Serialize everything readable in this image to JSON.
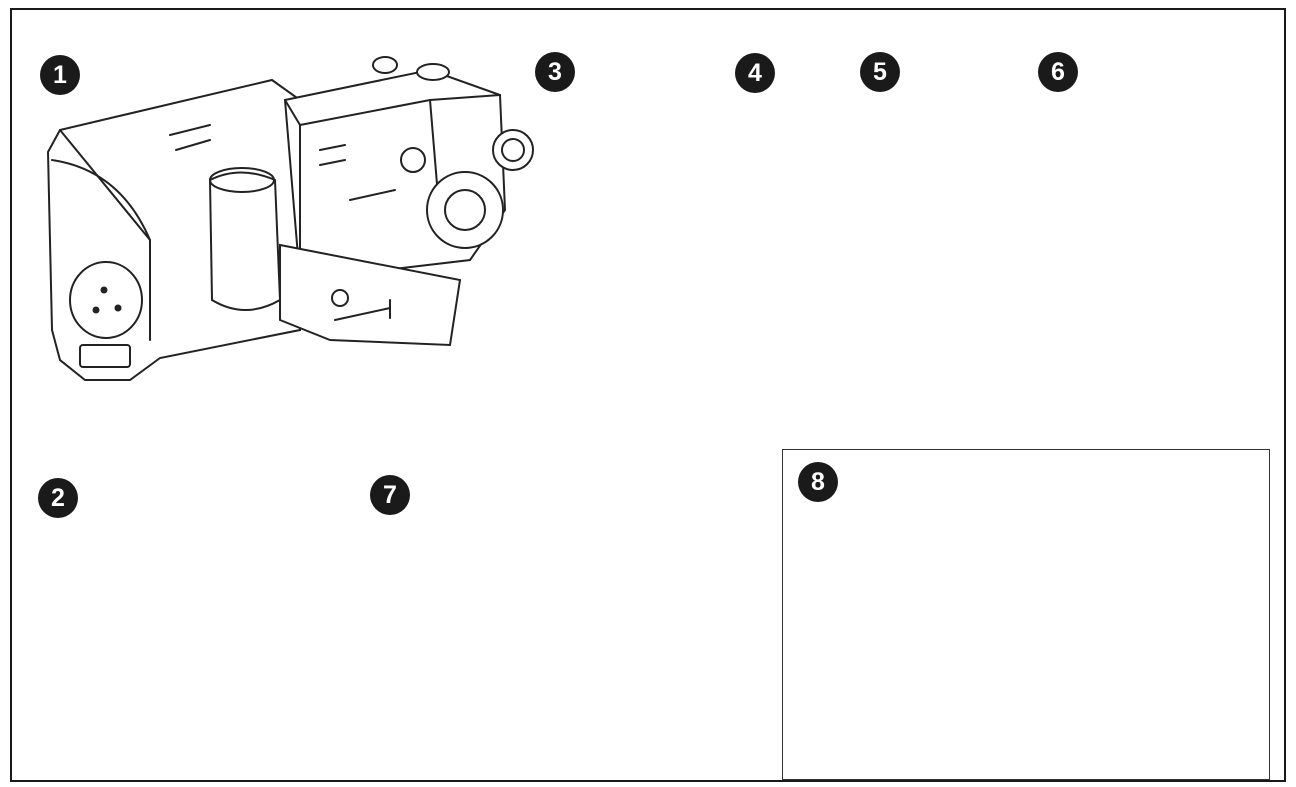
{
  "parts": [
    {
      "number": "1",
      "icon": "engine-auger-housing-icon"
    },
    {
      "number": "2",
      "icon": "lower-handle-panel-icon"
    },
    {
      "number": "3",
      "icon": "discharge-chute-icon"
    },
    {
      "number": "4",
      "icon": "chute-crank-rod-icon"
    },
    {
      "number": "5",
      "icon": "shift-rod-icon"
    },
    {
      "number": "6",
      "icon": "upper-handle-icon"
    },
    {
      "number": "7",
      "icon": "wheels-icon"
    },
    {
      "number": "8",
      "icon": "hardware-and-manual-icon"
    }
  ],
  "colors": {
    "ink": "#1a1a1a",
    "paper": "#ffffff"
  }
}
